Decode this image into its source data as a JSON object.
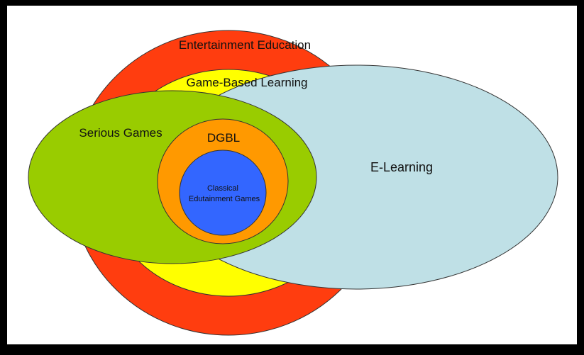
{
  "diagram": {
    "colors": {
      "frame": "#000000",
      "panel": "#ffffff",
      "entertainment_education": "#ff3d0f",
      "game_based_learning": "#ffff00",
      "e_learning": "#bfe0e6",
      "serious_games": "#99cc00",
      "dgbl": "#ff9900",
      "classical_edutainment": "#3366ff"
    },
    "labels": {
      "entertainment_education": "Entertainment Education",
      "game_based_learning": "Game-Based Learning",
      "serious_games": "Serious Games",
      "dgbl": "DGBL",
      "e_learning": "E-Learning",
      "classical_line1": "Classical",
      "classical_line2": "Edutainment Games"
    }
  }
}
